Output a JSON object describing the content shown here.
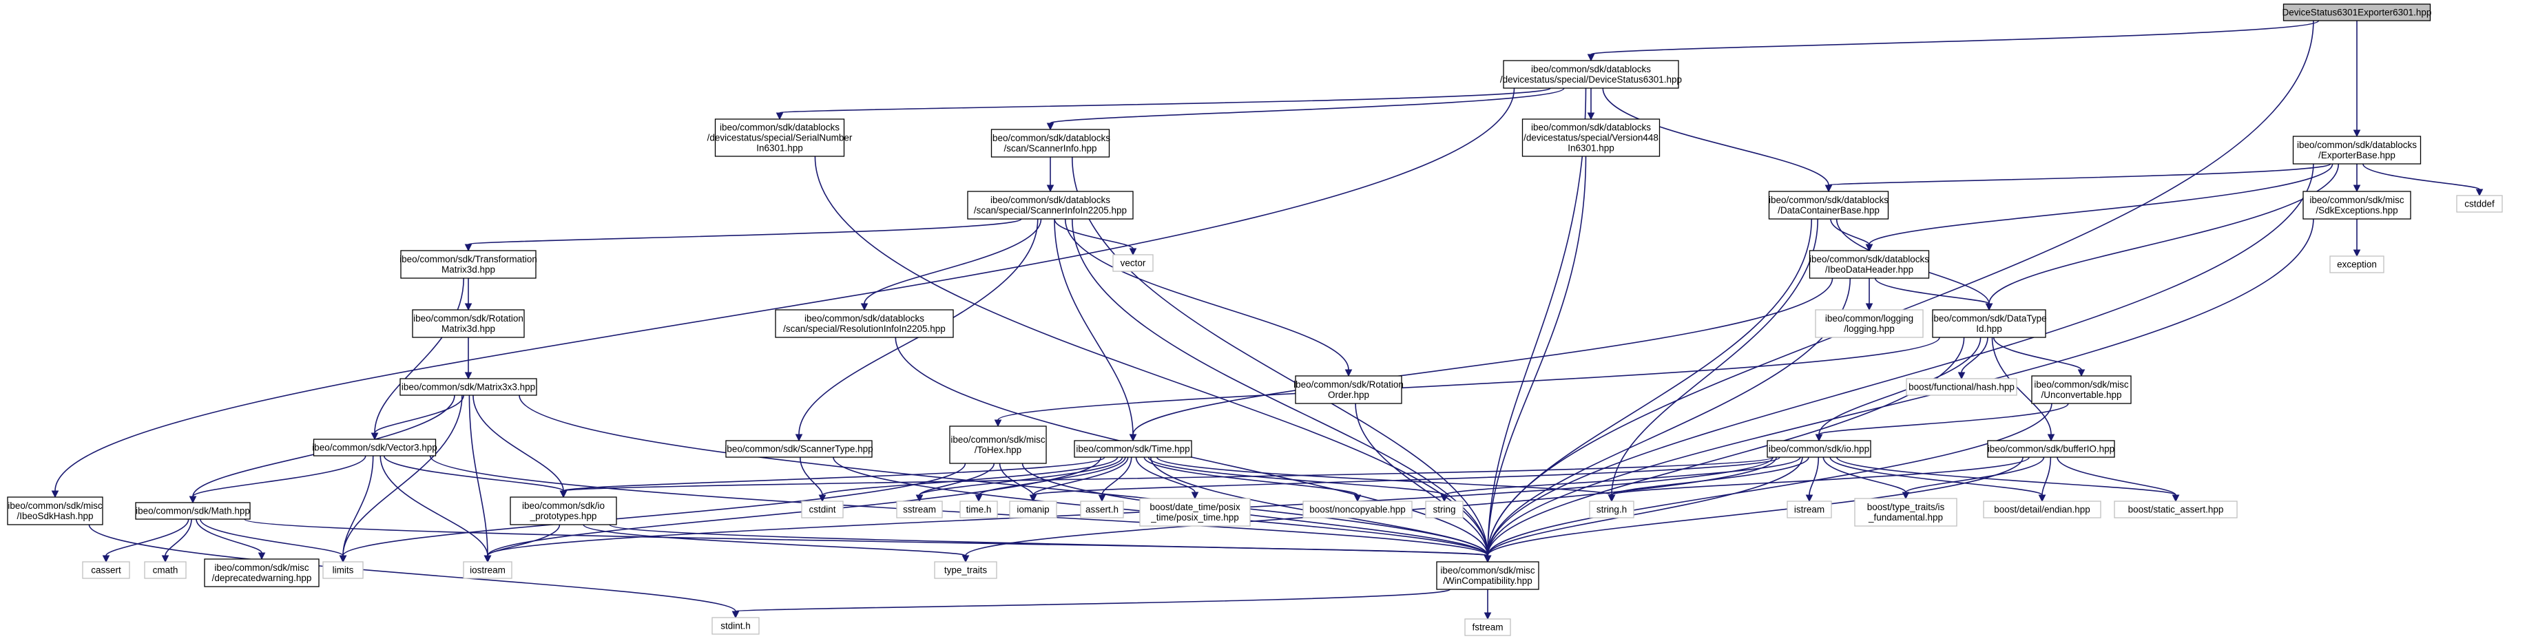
{
  "graph": {
    "title": "DeviceStatus6301Exporter6301.hpp include dependency graph",
    "edge_color": "#191970",
    "root_fill": "#bfbfbf",
    "nodes": [
      {
        "id": "root",
        "lines": [
          "DeviceStatus6301Exporter6301.hpp"
        ],
        "kind": "root"
      },
      {
        "id": "devstatus",
        "lines": [
          "ibeo/common/sdk/datablocks",
          "/devicestatus/special/DeviceStatus6301.hpp"
        ],
        "kind": "file"
      },
      {
        "id": "exporterbase",
        "lines": [
          "ibeo/common/sdk/datablocks",
          "/ExporterBase.hpp"
        ],
        "kind": "file"
      },
      {
        "id": "ibeosdkhash",
        "lines": [
          "ibeo/common/sdk/misc",
          "/IbeoSdkHash.hpp"
        ],
        "kind": "file"
      },
      {
        "id": "serialnumber",
        "lines": [
          "ibeo/common/sdk/datablocks",
          "/devicestatus/special/SerialNumber",
          "In6301.hpp"
        ],
        "kind": "file"
      },
      {
        "id": "scannerinfo",
        "lines": [
          "ibeo/common/sdk/datablocks",
          "/scan/ScannerInfo.hpp"
        ],
        "kind": "file"
      },
      {
        "id": "version448",
        "lines": [
          "ibeo/common/sdk/datablocks",
          "/devicestatus/special/Version448",
          "In6301.hpp"
        ],
        "kind": "file"
      },
      {
        "id": "datacontainerbase",
        "lines": [
          "ibeo/common/sdk/datablocks",
          "/DataContainerBase.hpp"
        ],
        "kind": "file"
      },
      {
        "id": "wincompat",
        "lines": [
          "ibeo/common/sdk/misc",
          "/WinCompatibility.hpp"
        ],
        "kind": "file"
      },
      {
        "id": "scannerinfoin2205",
        "lines": [
          "ibeo/common/sdk/datablocks",
          "/scan/special/ScannerInfoIn2205.hpp"
        ],
        "kind": "file"
      },
      {
        "id": "sdkexceptions",
        "lines": [
          "ibeo/common/sdk/misc",
          "/SdkExceptions.hpp"
        ],
        "kind": "file"
      },
      {
        "id": "ibeodataheader",
        "lines": [
          "ibeo/common/sdk/datablocks",
          "/IbeoDataHeader.hpp"
        ],
        "kind": "file"
      },
      {
        "id": "datatypeid",
        "lines": [
          "ibeo/common/sdk/DataType",
          "Id.hpp"
        ],
        "kind": "file"
      },
      {
        "id": "cstddef",
        "lines": [
          "cstddef"
        ],
        "kind": "ext"
      },
      {
        "id": "exception",
        "lines": [
          "exception"
        ],
        "kind": "ext"
      },
      {
        "id": "transformation",
        "lines": [
          "ibeo/common/sdk/Transformation",
          "Matrix3d.hpp"
        ],
        "kind": "file"
      },
      {
        "id": "vector",
        "lines": [
          "vector"
        ],
        "kind": "ext"
      },
      {
        "id": "resolutioninfo",
        "lines": [
          "ibeo/common/sdk/datablocks",
          "/scan/special/ResolutionInfoIn2205.hpp"
        ],
        "kind": "file"
      },
      {
        "id": "logging",
        "lines": [
          "ibeo/common/logging",
          "/logging.hpp"
        ],
        "kind": "ext"
      },
      {
        "id": "rotmatrix",
        "lines": [
          "ibeo/common/sdk/Rotation",
          "Matrix3d.hpp"
        ],
        "kind": "file"
      },
      {
        "id": "functionalhash",
        "lines": [
          "boost/functional/hash.hpp"
        ],
        "kind": "ext"
      },
      {
        "id": "matrix3x3",
        "lines": [
          "ibeo/common/sdk/Matrix3x3.hpp"
        ],
        "kind": "file"
      },
      {
        "id": "rotationorder",
        "lines": [
          "ibeo/common/sdk/Rotation",
          "Order.hpp"
        ],
        "kind": "file"
      },
      {
        "id": "unconvertable",
        "lines": [
          "ibeo/common/sdk/misc",
          "/Unconvertable.hpp"
        ],
        "kind": "file"
      },
      {
        "id": "vector3",
        "lines": [
          "ibeo/common/sdk/Vector3.hpp"
        ],
        "kind": "file"
      },
      {
        "id": "tohex",
        "lines": [
          "ibeo/common/sdk/misc",
          "/ToHex.hpp"
        ],
        "kind": "file"
      },
      {
        "id": "scannertype",
        "lines": [
          "ibeo/common/sdk/ScannerType.hpp"
        ],
        "kind": "file"
      },
      {
        "id": "time",
        "lines": [
          "ibeo/common/sdk/Time.hpp"
        ],
        "kind": "file"
      },
      {
        "id": "io",
        "lines": [
          "ibeo/common/sdk/io.hpp"
        ],
        "kind": "file"
      },
      {
        "id": "bufferio",
        "lines": [
          "ibeo/common/sdk/bufferIO.hpp"
        ],
        "kind": "file"
      },
      {
        "id": "math",
        "lines": [
          "ibeo/common/sdk/Math.hpp"
        ],
        "kind": "file"
      },
      {
        "id": "ioprototypes",
        "lines": [
          "ibeo/common/sdk/io",
          "_prototypes.hpp"
        ],
        "kind": "file"
      },
      {
        "id": "cstdint",
        "lines": [
          "cstdint"
        ],
        "kind": "ext"
      },
      {
        "id": "sstream",
        "lines": [
          "sstream"
        ],
        "kind": "ext"
      },
      {
        "id": "timeh",
        "lines": [
          "time.h"
        ],
        "kind": "ext"
      },
      {
        "id": "iomanip",
        "lines": [
          "iomanip"
        ],
        "kind": "ext"
      },
      {
        "id": "asserth",
        "lines": [
          "assert.h"
        ],
        "kind": "ext"
      },
      {
        "id": "posixtime",
        "lines": [
          "boost/date_time/posix",
          "_time/posix_time.hpp"
        ],
        "kind": "ext"
      },
      {
        "id": "noncopyable",
        "lines": [
          "boost/noncopyable.hpp"
        ],
        "kind": "ext"
      },
      {
        "id": "string",
        "lines": [
          "string"
        ],
        "kind": "ext"
      },
      {
        "id": "stringh",
        "lines": [
          "string.h"
        ],
        "kind": "ext"
      },
      {
        "id": "istream",
        "lines": [
          "istream"
        ],
        "kind": "ext"
      },
      {
        "id": "typetraitsfund",
        "lines": [
          "boost/type_traits/is",
          "_fundamental.hpp"
        ],
        "kind": "ext"
      },
      {
        "id": "endian",
        "lines": [
          "boost/detail/endian.hpp"
        ],
        "kind": "ext"
      },
      {
        "id": "staticassert",
        "lines": [
          "boost/static_assert.hpp"
        ],
        "kind": "ext"
      },
      {
        "id": "cassert",
        "lines": [
          "cassert"
        ],
        "kind": "ext"
      },
      {
        "id": "cmath",
        "lines": [
          "cmath"
        ],
        "kind": "ext"
      },
      {
        "id": "deprecated",
        "lines": [
          "ibeo/common/sdk/misc",
          "/deprecatedwarning.hpp"
        ],
        "kind": "file"
      },
      {
        "id": "limits",
        "lines": [
          "limits"
        ],
        "kind": "ext"
      },
      {
        "id": "iostream",
        "lines": [
          "iostream"
        ],
        "kind": "ext"
      },
      {
        "id": "typetraits",
        "lines": [
          "type_traits"
        ],
        "kind": "ext"
      },
      {
        "id": "stdinth",
        "lines": [
          "stdint.h"
        ],
        "kind": "ext"
      },
      {
        "id": "fstream",
        "lines": [
          "fstream"
        ],
        "kind": "ext"
      }
    ],
    "edges": [
      [
        "root",
        "devstatus"
      ],
      [
        "root",
        "exporterbase"
      ],
      [
        "root",
        "wincompat"
      ],
      [
        "devstatus",
        "ibeosdkhash"
      ],
      [
        "devstatus",
        "serialnumber"
      ],
      [
        "devstatus",
        "scannerinfo"
      ],
      [
        "devstatus",
        "version448"
      ],
      [
        "devstatus",
        "datacontainerbase"
      ],
      [
        "devstatus",
        "wincompat"
      ],
      [
        "exporterbase",
        "datacontainerbase"
      ],
      [
        "exporterbase",
        "ibeodataheader"
      ],
      [
        "exporterbase",
        "sdkexceptions"
      ],
      [
        "exporterbase",
        "datatypeid"
      ],
      [
        "exporterbase",
        "cstddef"
      ],
      [
        "exporterbase",
        "wincompat"
      ],
      [
        "ibeosdkhash",
        "stdinth"
      ],
      [
        "serialnumber",
        "wincompat"
      ],
      [
        "scannerinfo",
        "scannerinfoin2205"
      ],
      [
        "scannerinfo",
        "wincompat"
      ],
      [
        "version448",
        "wincompat"
      ],
      [
        "datacontainerbase",
        "ibeodataheader"
      ],
      [
        "datacontainerbase",
        "datatypeid"
      ],
      [
        "datacontainerbase",
        "stringh"
      ],
      [
        "datacontainerbase",
        "wincompat"
      ],
      [
        "sdkexceptions",
        "exception"
      ],
      [
        "sdkexceptions",
        "wincompat"
      ],
      [
        "scannerinfoin2205",
        "transformation"
      ],
      [
        "scannerinfoin2205",
        "vector"
      ],
      [
        "scannerinfoin2205",
        "resolutioninfo"
      ],
      [
        "scannerinfoin2205",
        "rotationorder"
      ],
      [
        "scannerinfoin2205",
        "scannertype"
      ],
      [
        "scannerinfoin2205",
        "time"
      ],
      [
        "scannerinfoin2205",
        "wincompat"
      ],
      [
        "ibeodataheader",
        "logging"
      ],
      [
        "ibeodataheader",
        "datatypeid"
      ],
      [
        "ibeodataheader",
        "time"
      ],
      [
        "ibeodataheader",
        "wincompat"
      ],
      [
        "datatypeid",
        "functionalhash"
      ],
      [
        "datatypeid",
        "unconvertable"
      ],
      [
        "datatypeid",
        "tohex"
      ],
      [
        "datatypeid",
        "io"
      ],
      [
        "datatypeid",
        "bufferio"
      ],
      [
        "datatypeid",
        "wincompat"
      ],
      [
        "transformation",
        "rotmatrix"
      ],
      [
        "transformation",
        "vector3"
      ],
      [
        "resolutioninfo",
        "wincompat"
      ],
      [
        "rotmatrix",
        "matrix3x3"
      ],
      [
        "matrix3x3",
        "vector3"
      ],
      [
        "matrix3x3",
        "math"
      ],
      [
        "matrix3x3",
        "ioprototypes"
      ],
      [
        "matrix3x3",
        "limits"
      ],
      [
        "matrix3x3",
        "iostream"
      ],
      [
        "matrix3x3",
        "wincompat"
      ],
      [
        "rotationorder",
        "wincompat"
      ],
      [
        "unconvertable",
        "io"
      ],
      [
        "unconvertable",
        "wincompat"
      ],
      [
        "vector3",
        "math"
      ],
      [
        "vector3",
        "ioprototypes"
      ],
      [
        "vector3",
        "limits"
      ],
      [
        "vector3",
        "iostream"
      ],
      [
        "vector3",
        "wincompat"
      ],
      [
        "tohex",
        "sstream"
      ],
      [
        "tohex",
        "iomanip"
      ],
      [
        "tohex",
        "limits"
      ],
      [
        "tohex",
        "wincompat"
      ],
      [
        "scannertype",
        "cstdint"
      ],
      [
        "scannertype",
        "wincompat"
      ],
      [
        "time",
        "ioprototypes"
      ],
      [
        "time",
        "cstdint"
      ],
      [
        "time",
        "sstream"
      ],
      [
        "time",
        "timeh"
      ],
      [
        "time",
        "iomanip"
      ],
      [
        "time",
        "asserth"
      ],
      [
        "time",
        "posixtime"
      ],
      [
        "time",
        "noncopyable"
      ],
      [
        "time",
        "string"
      ],
      [
        "time",
        "stringh"
      ],
      [
        "time",
        "iostream"
      ],
      [
        "time",
        "wincompat"
      ],
      [
        "io",
        "ioprototypes"
      ],
      [
        "io",
        "string"
      ],
      [
        "io",
        "stringh"
      ],
      [
        "io",
        "istream"
      ],
      [
        "io",
        "typetraitsfund"
      ],
      [
        "io",
        "endian"
      ],
      [
        "io",
        "staticassert"
      ],
      [
        "io",
        "iomanip"
      ],
      [
        "io",
        "iostream"
      ],
      [
        "io",
        "typetraits"
      ],
      [
        "io",
        "wincompat"
      ],
      [
        "bufferio",
        "stringh"
      ],
      [
        "bufferio",
        "typetraitsfund"
      ],
      [
        "bufferio",
        "endian"
      ],
      [
        "bufferio",
        "staticassert"
      ],
      [
        "bufferio",
        "wincompat"
      ],
      [
        "math",
        "cassert"
      ],
      [
        "math",
        "cmath"
      ],
      [
        "math",
        "deprecated"
      ],
      [
        "math",
        "limits"
      ],
      [
        "math",
        "wincompat"
      ],
      [
        "ioprototypes",
        "iostream"
      ],
      [
        "ioprototypes",
        "typetraits"
      ],
      [
        "ioprototypes",
        "wincompat"
      ],
      [
        "wincompat",
        "stdinth"
      ],
      [
        "wincompat",
        "fstream"
      ]
    ]
  }
}
